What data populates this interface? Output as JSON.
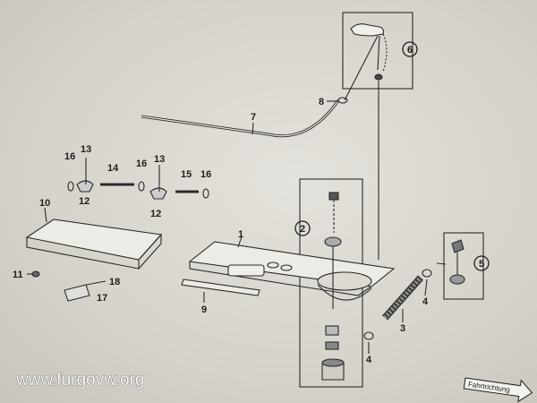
{
  "diagram": {
    "part_numbers": [
      "1",
      "2",
      "3",
      "4",
      "4",
      "5",
      "6",
      "7",
      "8",
      "9",
      "10",
      "11",
      "12",
      "12",
      "13",
      "13",
      "14",
      "15",
      "16",
      "16",
      "16",
      "17",
      "18"
    ],
    "watermark": "www.furgovw.org",
    "direction_label": "Fahrtrichtung"
  }
}
